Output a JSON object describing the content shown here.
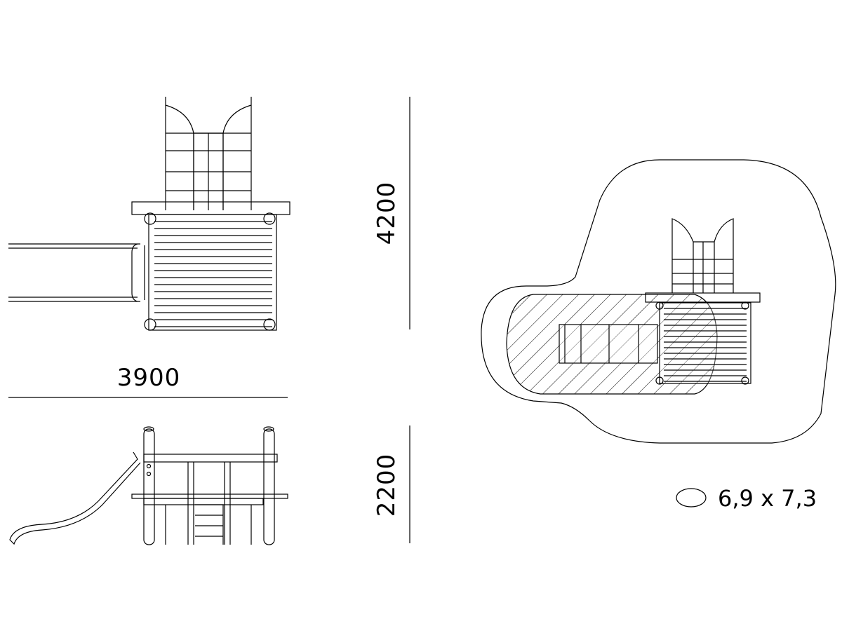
{
  "dimensions": {
    "width": "3900",
    "height_plan": "4200",
    "height_side": "2200"
  },
  "safety_area": {
    "label": "6,9 x 7,3"
  },
  "colors": {
    "line": "#000000",
    "background": "#ffffff"
  }
}
